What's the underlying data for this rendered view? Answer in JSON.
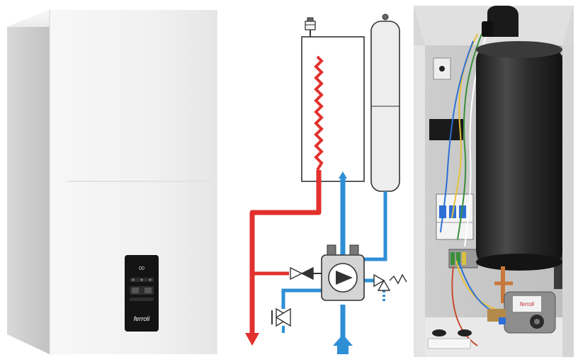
{
  "boiler": {
    "brand": "ferroli",
    "display_value": "00"
  },
  "pump_label": {
    "brand": "ferroli"
  },
  "colors": {
    "hot_water": "#e2312d",
    "cold_water": "#2d8fd6",
    "casing": "#f1f1f1",
    "tank": "#2b2b2b",
    "outline": "#333333"
  }
}
